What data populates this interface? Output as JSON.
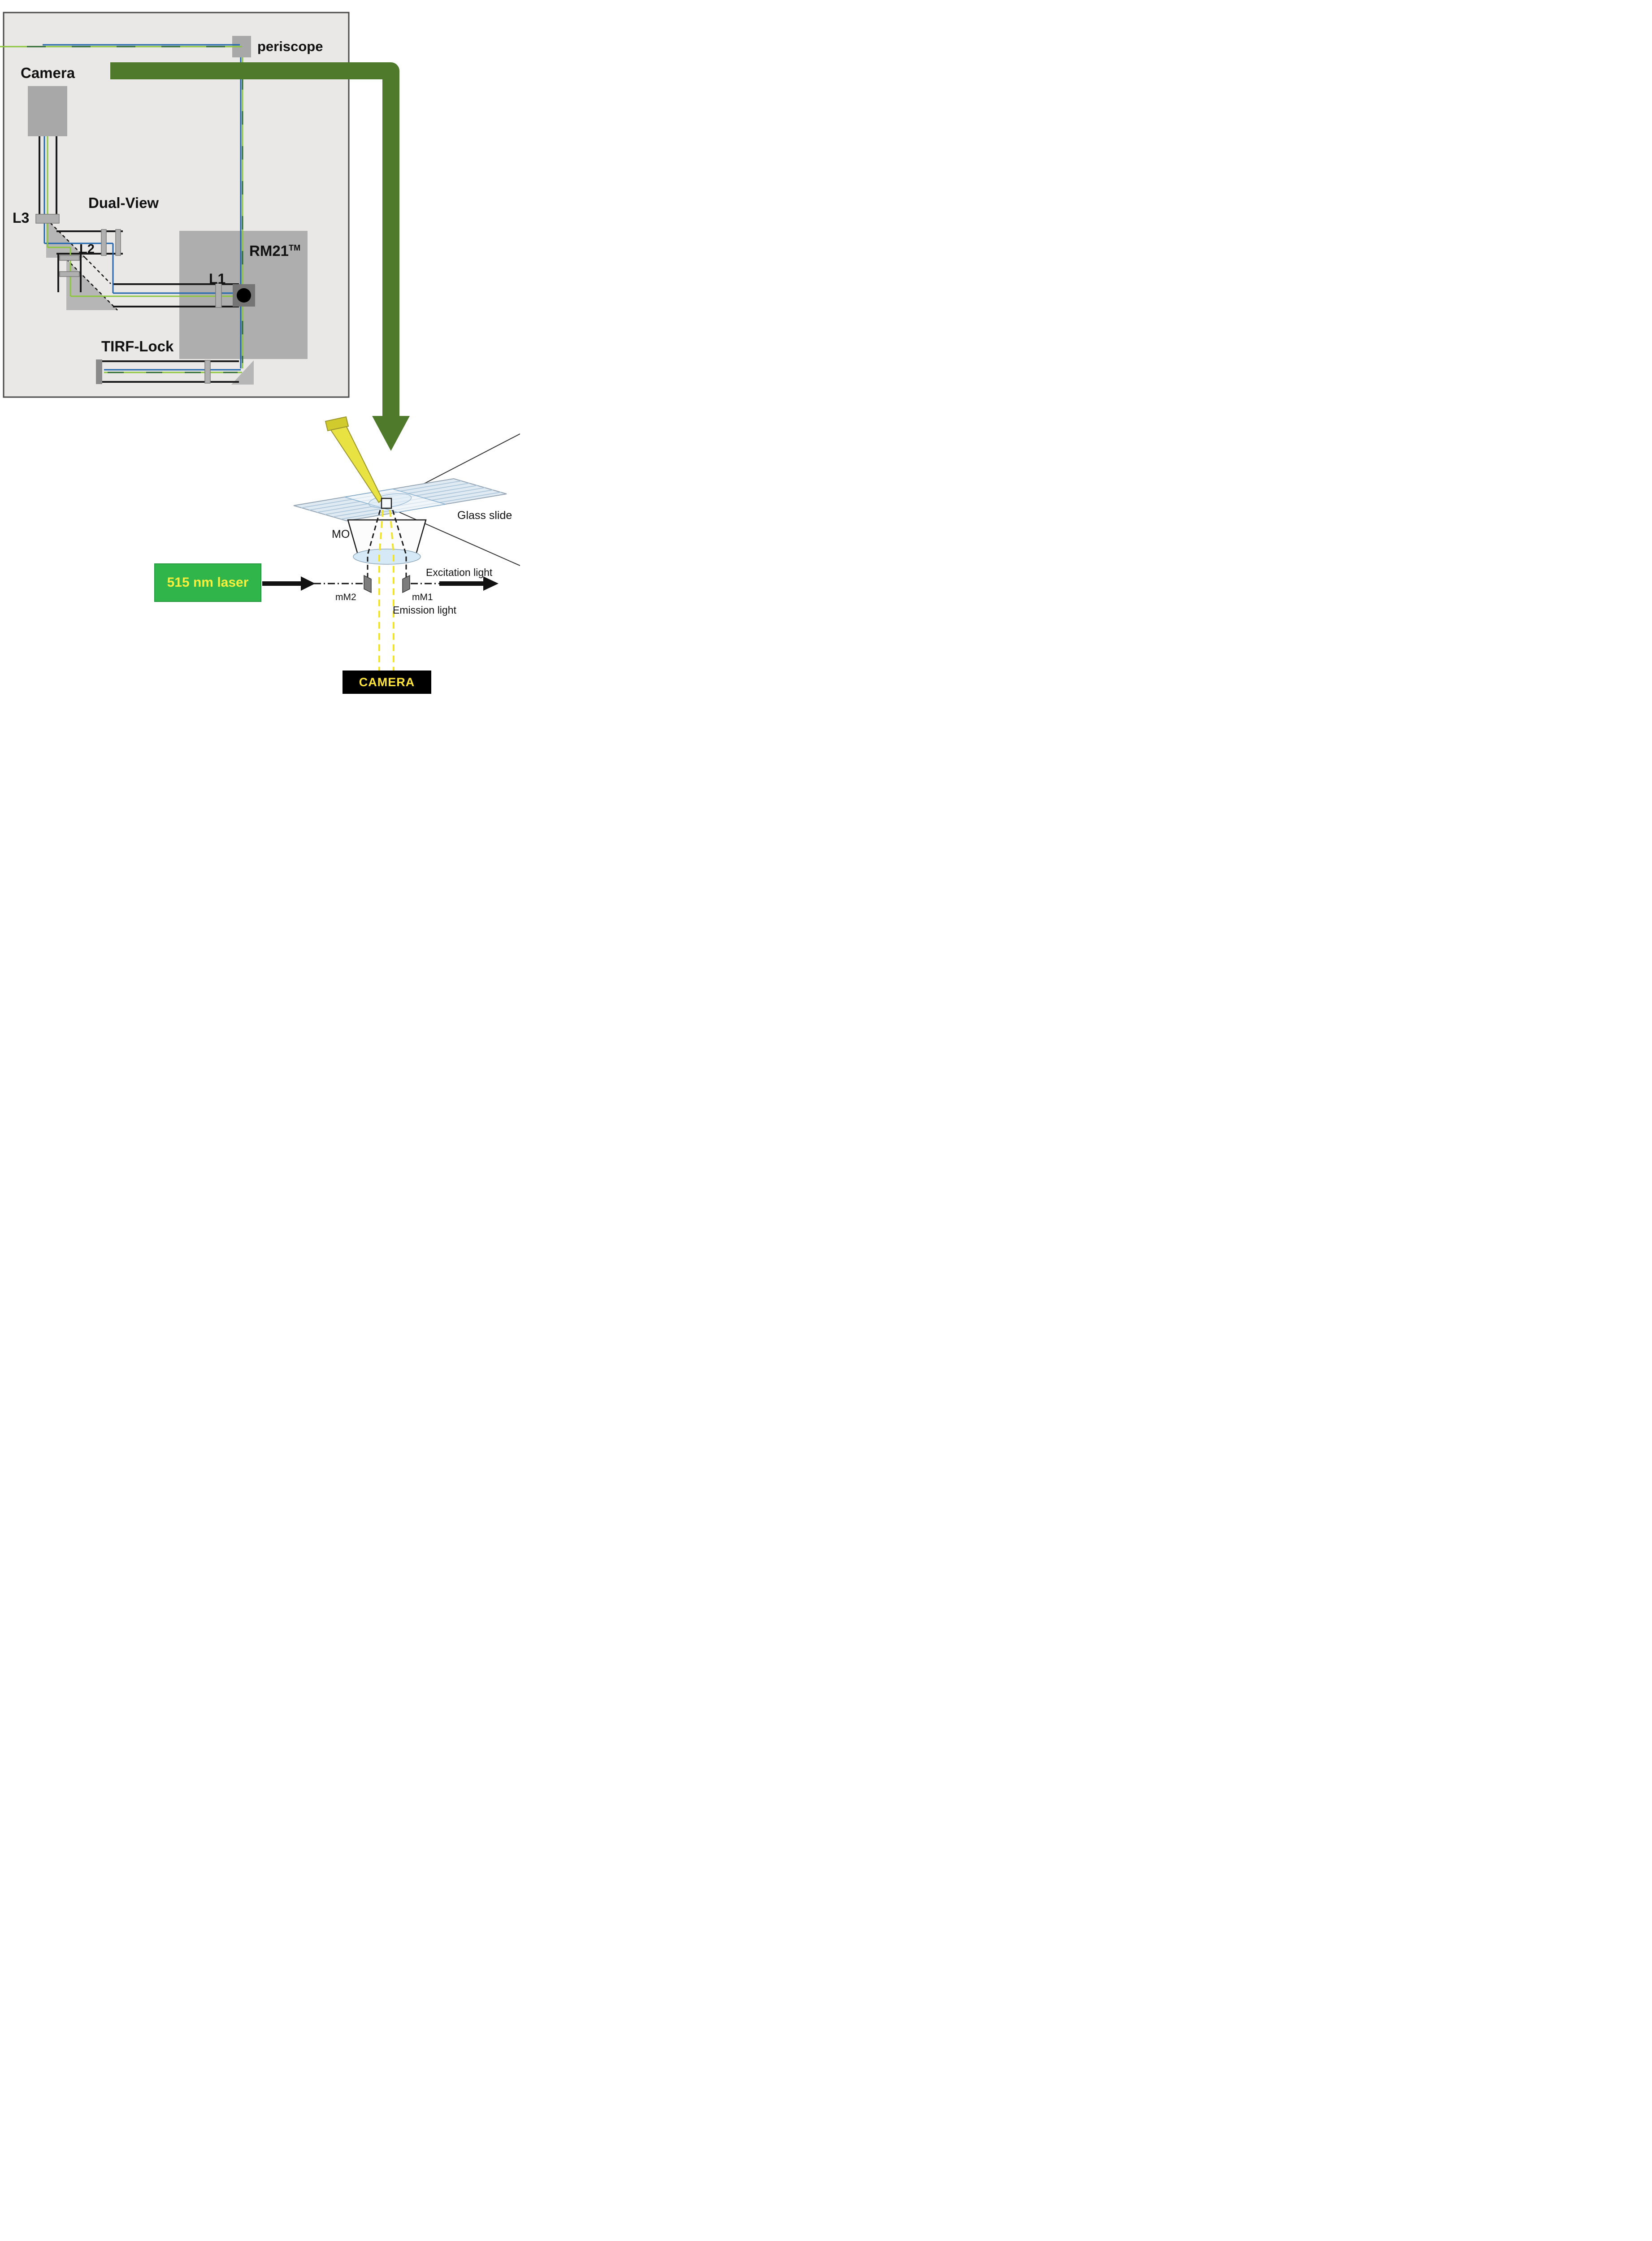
{
  "figure": {
    "description": "Optical layout of single-molecule TIRF microscope with RM21 body and sample excitation schematic"
  },
  "panel": {
    "labels": {
      "periscope": "periscope",
      "camera": "Camera",
      "dual_view": "Dual-View",
      "l3": "L3",
      "l2": "L2",
      "l1": "L1",
      "rm21": "RM21",
      "rm21_tm": "TM",
      "tirf_lock": "TIRF-Lock"
    },
    "colors": {
      "background": "#eae8e6",
      "border": "#4a4a4a",
      "component_gray": "#a8a8a8",
      "beam_green": "#8dc63f",
      "beam_dark_green": "#2d6a2d",
      "beam_blue": "#2166ac"
    }
  },
  "connector": {
    "arrow_color": "#4f7a2b"
  },
  "sample_diagram": {
    "labels": {
      "glass_slide": "Glass slide",
      "mo": "MO",
      "laser": "515 nm laser",
      "excitation": "Excitation light",
      "emission": "Emission light",
      "mm2": "mM2",
      "mm1": "mM1",
      "camera": "CAMERA"
    },
    "colors": {
      "laser_box": "#2fb54a",
      "laser_text": "#f8ef3d",
      "camera_box": "#000000",
      "camera_text": "#ffe53b",
      "emission_dash_yellow": "#f0e42f",
      "excitation_dash_black": "#1a1a1a",
      "pipette_yellow": "#e8e243",
      "slide_blue": "#dfeaf3"
    }
  }
}
